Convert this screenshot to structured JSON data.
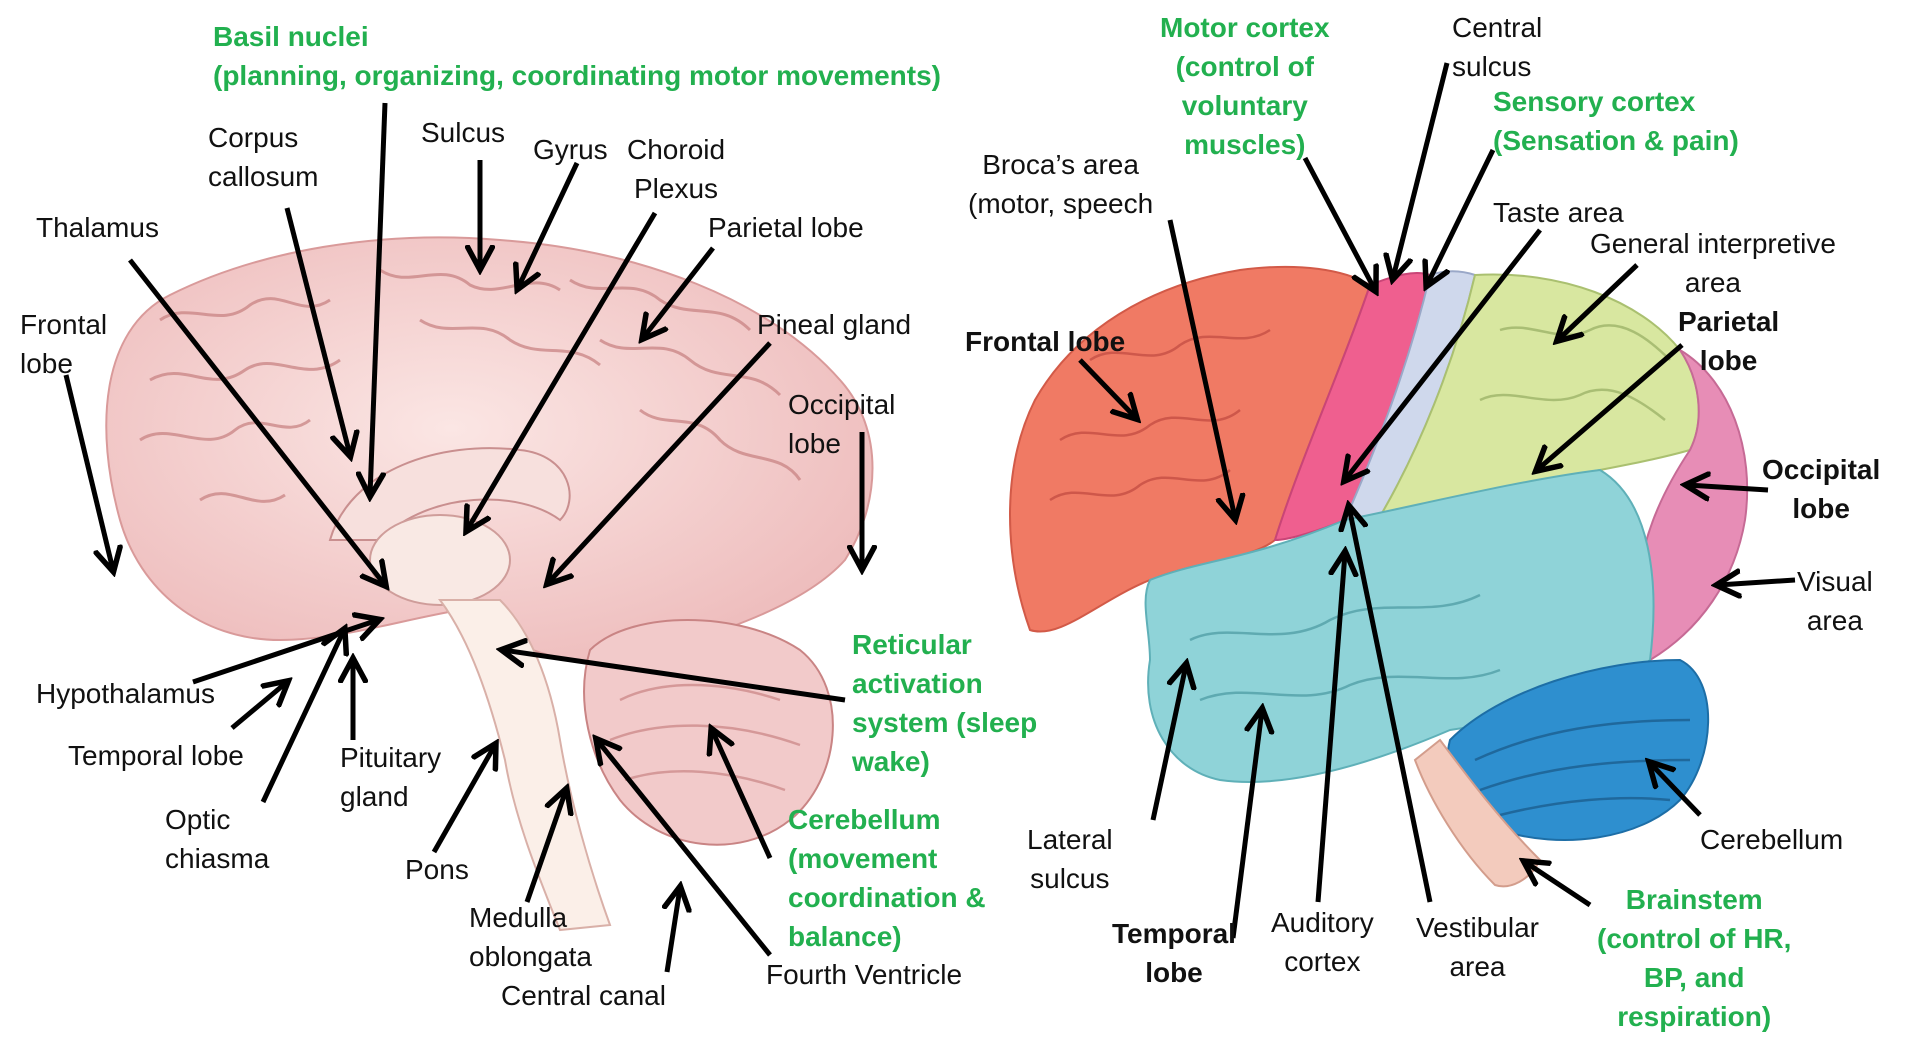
{
  "colors": {
    "accent_green": "#22b04f",
    "frontal_lobe": "#f07a64",
    "motor_cortex": "#ef5f8f",
    "sensory_cortex": "#cfd8ec",
    "parietal_lobe": "#d8e7a0",
    "occipital_lobe": "#e78db6",
    "temporal_lobe": "#8fd3d8",
    "cerebellum": "#2e8fcf",
    "medial_brain": "#f3c9c9",
    "arrow": "#000000"
  },
  "labels": {
    "basil_nuclei": "Basil nuclei\n(planning, organizing, coordinating motor movements)",
    "corpus_callosum": "Corpus\ncallosum",
    "sulcus": "Sulcus",
    "gyrus": "Gyrus",
    "choroid_plexus": "Choroid\nPlexus",
    "parietal_lobe_left": "Parietal lobe",
    "thalamus": "Thalamus",
    "frontal_lobe_left": "Frontal\nlobe",
    "pineal_gland": "Pineal gland",
    "occipital_lobe_left": "Occipital\nlobe",
    "reticular": "Reticular\nactivation\nsystem (sleep\nwake)",
    "hypothalamus": "Hypothalamus",
    "temporal_lobe_left": "Temporal lobe",
    "pituitary_gland": "Pituitary\ngland",
    "optic_chiasma": "Optic\nchiasma",
    "pons": "Pons",
    "medulla": "Medulla\noblongata",
    "central_canal": "Central canal",
    "fourth_ventricle": "Fourth Ventricle",
    "cerebellum_left": "Cerebellum\n(movement\ncoordination &\nbalance)",
    "motor_cortex": "Motor cortex\n(control of\nvoluntary\nmuscles)",
    "central_sulcus": "Central\nsulcus",
    "sensory_cortex": "Sensory cortex\n(Sensation & pain)",
    "brocas_area": "Broca’s area\n(motor, speech",
    "taste_area": "Taste area",
    "general_interpretive": "General interpretive\narea",
    "frontal_lobe_right": "Frontal lobe",
    "parietal_lobe_right": "Parietal\nlobe",
    "occipital_lobe_right": "Occipital\nlobe",
    "visual_area": "Visual\narea",
    "cerebellum_right": "Cerebellum",
    "lateral_sulcus": "Lateral\nsulcus",
    "temporal_lobe_right": "Temporal\nlobe",
    "auditory_cortex": "Auditory\ncortex",
    "vestibular_area": "Vestibular\narea",
    "brainstem": "Brainstem\n(control of HR,\nBP, and\nrespiration)"
  }
}
